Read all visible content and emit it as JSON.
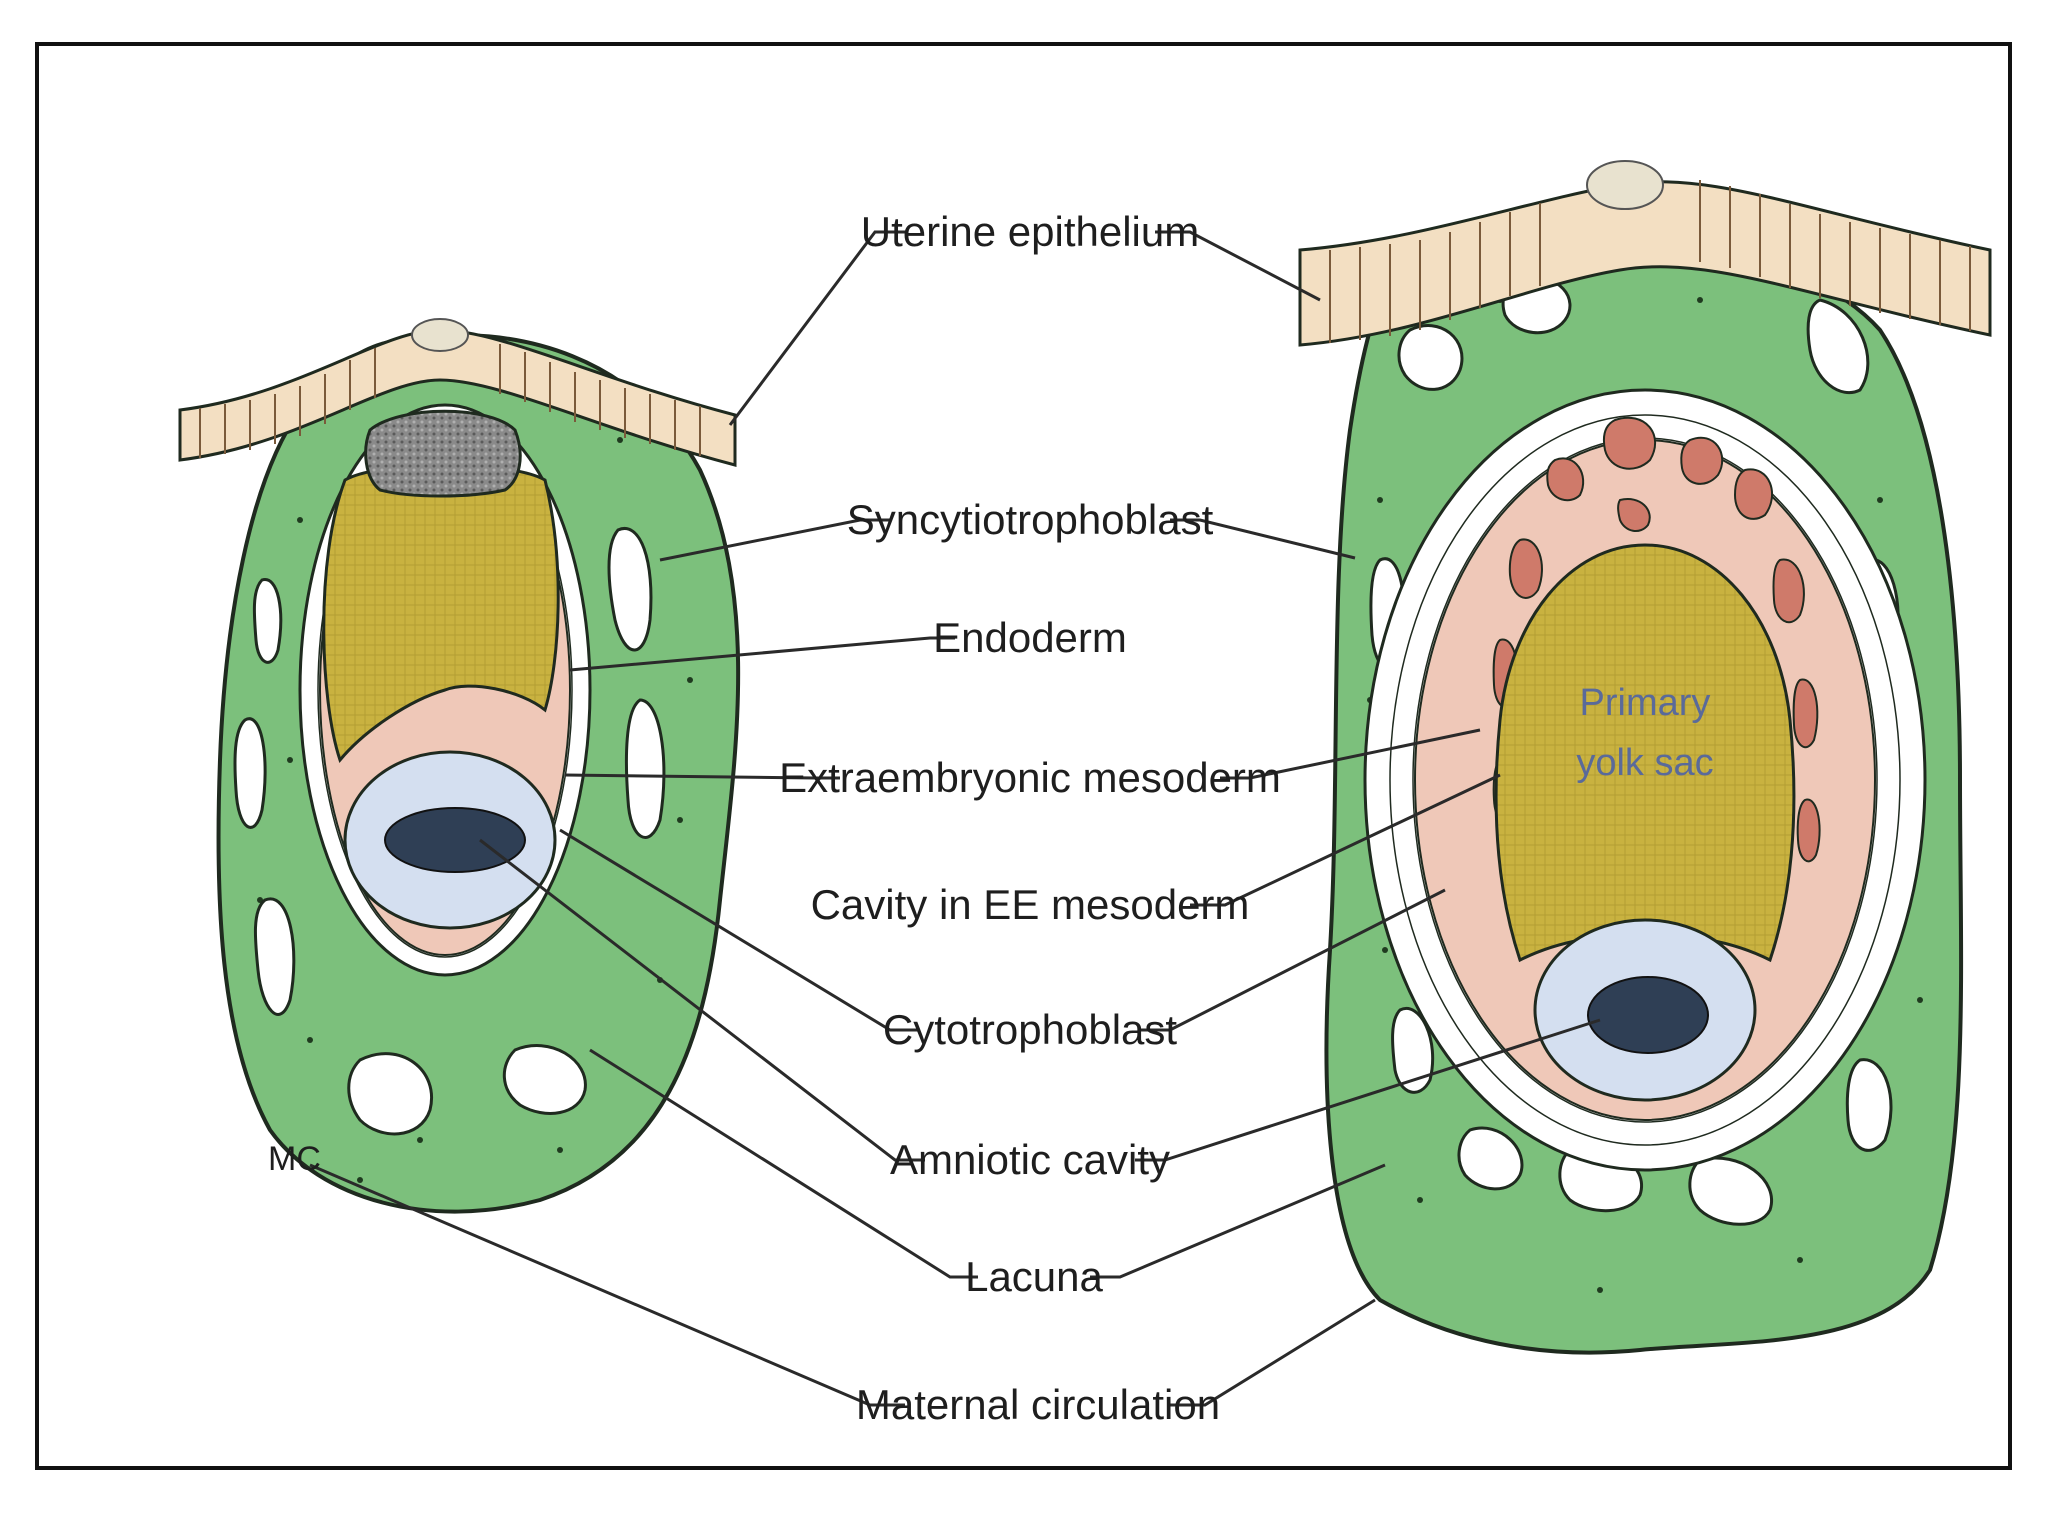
{
  "labels": {
    "uterine_epithelium": "Uterine epithelium",
    "syncytiotrophoblast": "Syncytiotrophoblast",
    "endoderm": "Endoderm",
    "extraembryonic_mesoderm": "Extraembryonic mesoderm",
    "cavity_in_ee_mesoderm": "Cavity in EE mesoderm",
    "cytotrophoblast": "Cytotrophoblast",
    "amniotic_cavity": "Amniotic cavity",
    "lacuna": "Lacuna",
    "maternal_circulation": "Maternal circulation",
    "mc": "MC",
    "primary_yolk_sac_line1": "Primary",
    "primary_yolk_sac_line2": "yolk sac"
  },
  "colors": {
    "syncytiotrophoblast": "#7cc07c",
    "epithelium": "#f3dfc2",
    "cytotrophoblast_cells": "#ffffff",
    "yolk_sac": "#c9b240",
    "mesoderm": "#efc8b8",
    "mesoderm_cavities": "#cf7a6a",
    "amnion_cells": "#d4dff0",
    "amniotic_cavity": "#2f3f55",
    "lacuna": "#ffffff",
    "outline": "#1f2a1f"
  }
}
